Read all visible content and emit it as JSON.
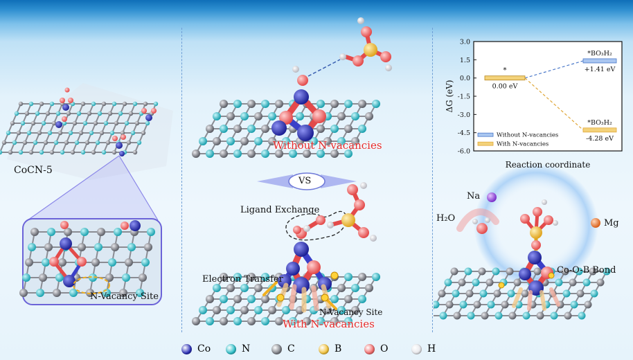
{
  "panels": {
    "left": {
      "catalyst_label": "CoCN-5",
      "vacancy_label": "N-Vacancy Site"
    },
    "middle": {
      "top_title": "Without N-vacancies",
      "vs_label": "VS",
      "ligand_label": "Ligand Exchange",
      "electron_label": "Electron Transfer",
      "vacancy_label": "N-Vacancy Site",
      "bottom_title": "With N-vacancies"
    },
    "right": {
      "na_label": "Na",
      "water_label": "H₂O",
      "mg_label": "Mg",
      "bond_label": "Co-O-B Bond"
    }
  },
  "legend": [
    {
      "symbol": "Co",
      "color": "#2a2fb8"
    },
    {
      "symbol": "N",
      "color": "#2bbfc9"
    },
    {
      "symbol": "C",
      "color": "#7d7f86"
    },
    {
      "symbol": "B",
      "color": "#f2c23a"
    },
    {
      "symbol": "O",
      "color": "#f26b6b"
    },
    {
      "symbol": "H",
      "color": "#e8e8ec"
    }
  ],
  "chart_data": {
    "type": "line",
    "ylabel": "ΔG (eV)",
    "xlabel": "Reaction coordinate",
    "ylim": [
      -6.0,
      3.0
    ],
    "yticks": [
      "3.0",
      "1.5",
      "0.0",
      "-1.5",
      "-3.0",
      "-4.5",
      "-6.0"
    ],
    "ytick_values": [
      3.0,
      1.5,
      0.0,
      -1.5,
      -3.0,
      -4.5,
      -6.0
    ],
    "start_state": {
      "label": "*",
      "value": 0.0,
      "value_label": "0.00 eV"
    },
    "series": [
      {
        "name": "Without N-vacancies",
        "color": "#4a78c9",
        "end_label": "*BO₃H₂",
        "end_value": 1.41,
        "end_value_label": "+1.41 eV"
      },
      {
        "name": "With N-vacancies",
        "color": "#e0a73a",
        "end_label": "*BO₃H₂",
        "end_value": -4.28,
        "end_value_label": "-4.28 eV"
      }
    ]
  }
}
